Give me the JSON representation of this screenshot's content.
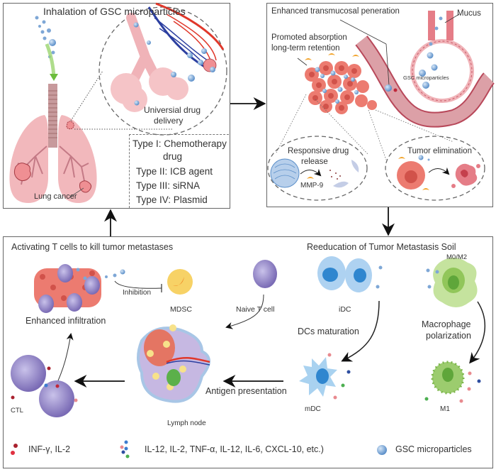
{
  "panels": {
    "inhalation": {
      "title": "Inhalation of GSC microparticles",
      "zoom_label": [
        "Universial drug",
        "delivery"
      ],
      "lung_label": "Lung cancer",
      "drug_types": [
        {
          "label": "Type I: Chemotherapy",
          "cont": "drug"
        },
        {
          "label": "Type II: ICB agent"
        },
        {
          "label": "Type III: siRNA"
        },
        {
          "label": "Type IV: Plasmid"
        }
      ]
    },
    "penetration": {
      "title": "Enhanced transmucosal peneration",
      "mucus": "Mucus",
      "absorption": [
        "Promoted absorption",
        "long-term retention"
      ],
      "microparticles": "GSC microparticles",
      "release": [
        "Responsive drug",
        "release"
      ],
      "enzyme": "MMP-9",
      "elimination": "Tumor elimination"
    },
    "activation": {
      "title": "Activating T cells to kill tumor metastases",
      "infiltration": "Enhanced infiltration",
      "inhibition": "Inhibition",
      "mdsc": "MDSC",
      "naive": "Naive T cell",
      "ctl": "CTL",
      "lymph": "Lymph node",
      "antigen": "Antigen presentation"
    },
    "reeducation": {
      "title": "Reeducation of Tumor Metastasis Soil",
      "idc": "iDC",
      "dc_mat": "DCs maturation",
      "mdc": "mDC",
      "m0m2": "M0/M2",
      "polar": [
        "Macrophage",
        "polarization"
      ],
      "m1": "M1"
    }
  },
  "legend": [
    {
      "label": "INF-γ, IL-2"
    },
    {
      "label": "IL-12, IL-2, TNF-α, IL-12, IL-6, CXCL-10, etc.)"
    },
    {
      "label": "GSC microparticles"
    }
  ],
  "colors": {
    "tumor": "#e8716a",
    "lung": "#f2b8bc",
    "particle": "#7ea7d6",
    "tcell": "#a79ad1",
    "dc": "#8cc3ea",
    "macrophage": "#9ccc6e",
    "cytokine_red": "#c0283a",
    "cytokine_pink": "#e88a8f",
    "cytokine_blue": "#2e4ea0",
    "cytokine_green": "#4caf50"
  }
}
